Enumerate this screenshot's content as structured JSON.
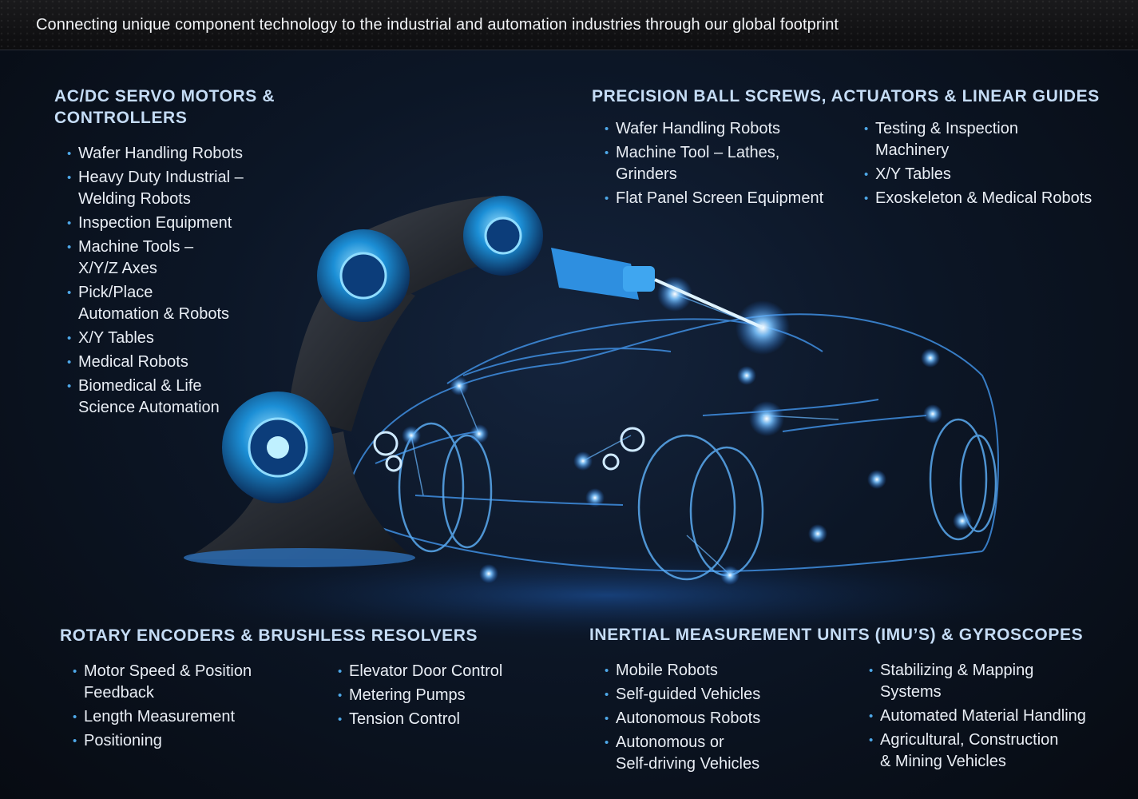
{
  "header": {
    "tagline": "Connecting unique component technology to the industrial and automation industries through our global footprint"
  },
  "sections": {
    "servo": {
      "title_line1": "AC/DC SERVO MOTORS &",
      "title_line2": "CONTROLLERS",
      "items": [
        "Wafer Handling Robots",
        "Heavy Duty Industrial –",
        "Welding Robots",
        "Inspection Equipment",
        "Machine Tools –",
        "X/Y/Z Axes",
        "Pick/Place",
        "Automation & Robots",
        "X/Y Tables",
        "Medical Robots",
        "Biomedical & Life",
        "Science Automation"
      ]
    },
    "ballscrews": {
      "title": "PRECISION BALL SCREWS, ACTUATORS & LINEAR GUIDES",
      "col1": [
        "Wafer Handling Robots",
        "Machine Tool – Lathes,",
        "Grinders",
        "Flat Panel Screen Equipment"
      ],
      "col2": [
        "Testing & Inspection",
        "Machinery",
        "X/Y Tables",
        "Exoskeleton & Medical Robots"
      ]
    },
    "encoders": {
      "title": "ROTARY ENCODERS & BRUSHLESS RESOLVERS",
      "col1": [
        "Motor Speed & Position",
        "Feedback",
        "Length Measurement",
        "Positioning"
      ],
      "col2": [
        "Elevator Door Control",
        "Metering Pumps",
        "Tension Control"
      ]
    },
    "imu": {
      "title": "INERTIAL MEASUREMENT UNITS (IMU’S) & GYROSCOPES",
      "col1": [
        "Mobile Robots",
        "Self-guided Vehicles",
        "Autonomous Robots",
        "Autonomous or",
        "Self-driving Vehicles"
      ],
      "col2": [
        "Stabilizing & Mapping",
        "Systems",
        "Automated Material Handling",
        "Agricultural, Construction",
        "& Mining Vehicles"
      ]
    }
  },
  "colors": {
    "accent": "#4ea8e8",
    "title": "#c5dcf5",
    "glow": "#3d9bff"
  },
  "illustration": {
    "subject": "robot-arm-welding-car-wireframe"
  }
}
